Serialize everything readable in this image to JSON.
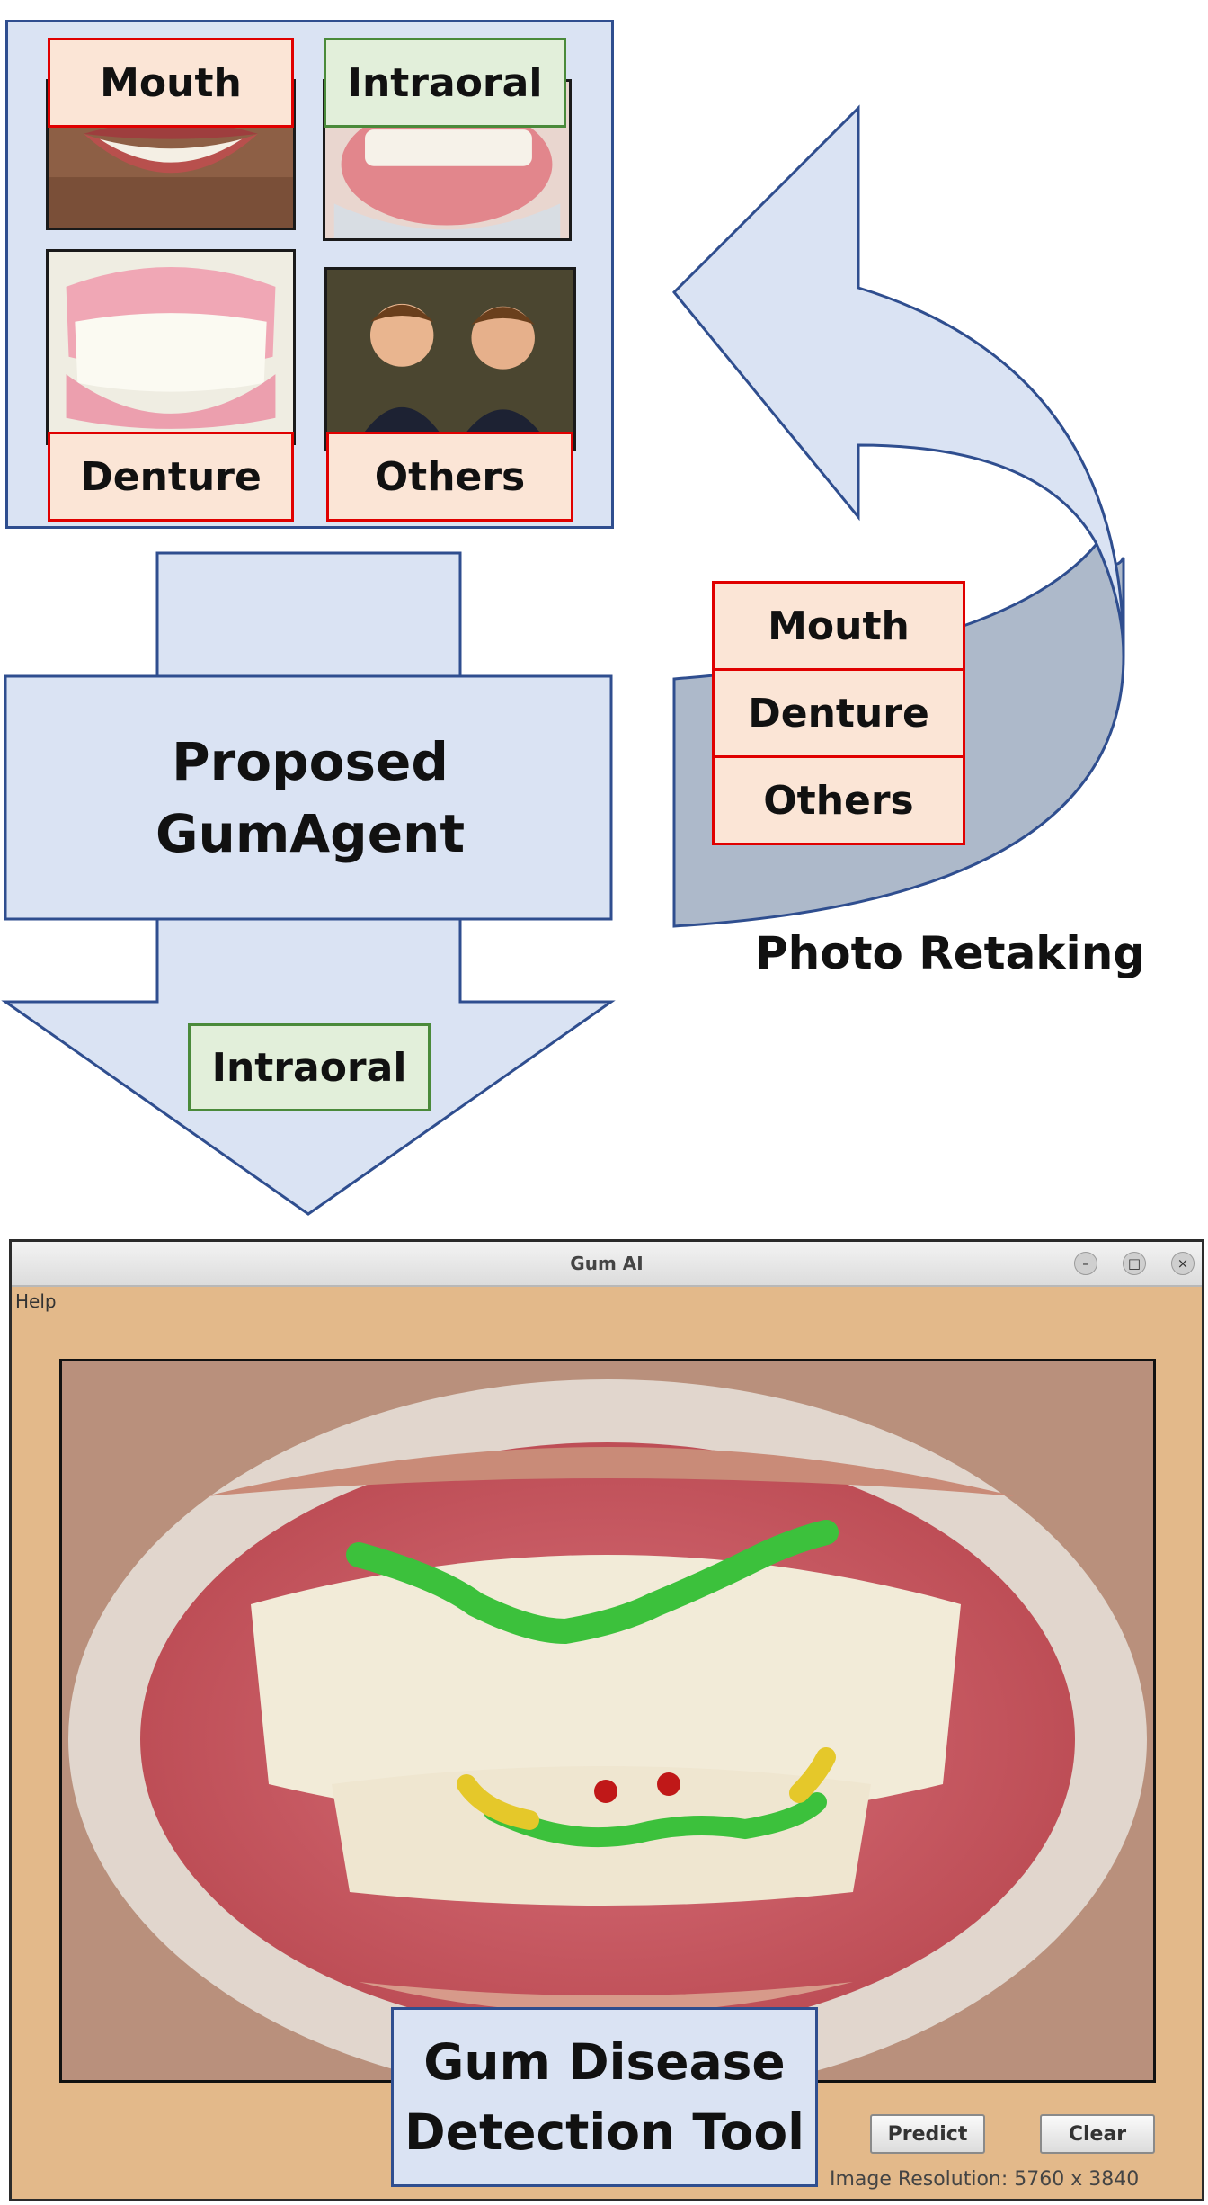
{
  "inputs": {
    "mouth": "Mouth",
    "intraoral": "Intraoral",
    "denture": "Denture",
    "others": "Others"
  },
  "agent": {
    "line1": "Proposed",
    "line2": "GumAgent"
  },
  "output_label": "Intraoral",
  "retake": {
    "items": [
      "Mouth",
      "Denture",
      "Others"
    ],
    "caption": "Photo Retaking"
  },
  "app": {
    "title": "Gum AI",
    "menu_help": "Help",
    "predict_label": "Predict",
    "clear_label": "Clear",
    "resolution_text": "Image Resolution: 5760 x 3840"
  },
  "tool_caption": {
    "line1": "Gum Disease",
    "line2": "Detection Tool"
  },
  "colors": {
    "panel_fill": "#dae3f3",
    "panel_border": "#2f4e8f",
    "rejected_label_fill": "#fbe5d6",
    "rejected_label_border": "#e00000",
    "accepted_label_fill": "#e2efda",
    "accepted_label_border": "#4a8a3a",
    "healthy_gum_mark": "#3cc13c",
    "mild_gum_mark": "#e5c82a",
    "severe_gum_mark": "#c01818",
    "window_bg": "#e3b98a"
  }
}
